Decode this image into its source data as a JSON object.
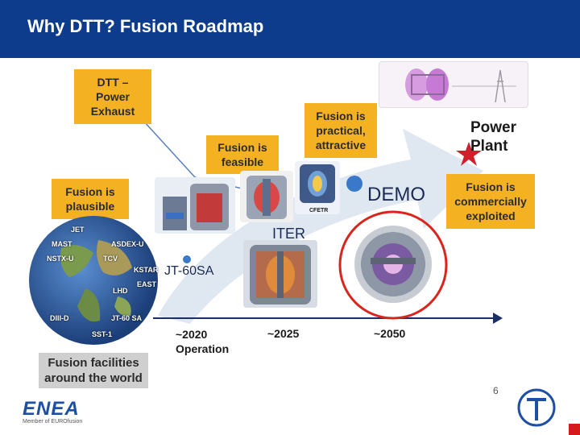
{
  "header": {
    "title": "Why DTT? Fusion Roadmap"
  },
  "boxes": {
    "dtt": "DTT –\nPower\nExhaust",
    "practical": "Fusion is\npractical,\nattractive",
    "feasible": "Fusion is\nfeasible",
    "plausible": "Fusion is\nplausible",
    "commercial": "Fusion is\ncommercially\nexploited",
    "facilities": "Fusion facilities\naround the world"
  },
  "labels": {
    "power_plant": "Power\nPlant",
    "demo": "DEMO",
    "iter": "ITER",
    "jt60sa": "JT-60SA",
    "cfetr": "CFETR",
    "t2020": "~2020\nOperation",
    "t2025": "~2025",
    "t2050": "~2050"
  },
  "globe_tags": [
    "JET",
    "MAST",
    "ASDEX-U",
    "NSTX-U",
    "TCV",
    "KSTAR",
    "LHD",
    "EAST",
    "DIII-D",
    "JT-60 SA",
    "SST-1"
  ],
  "footer": {
    "logo": "ENEA",
    "member_text": "Member of EUROfusion",
    "slide_number": "6"
  },
  "colors": {
    "header": "#0d3c8c",
    "yellow": "#f4b223",
    "grey_box": "#cfcfcf",
    "arrow": "#d9e3ef",
    "circle_highlight": "#d9261c"
  }
}
